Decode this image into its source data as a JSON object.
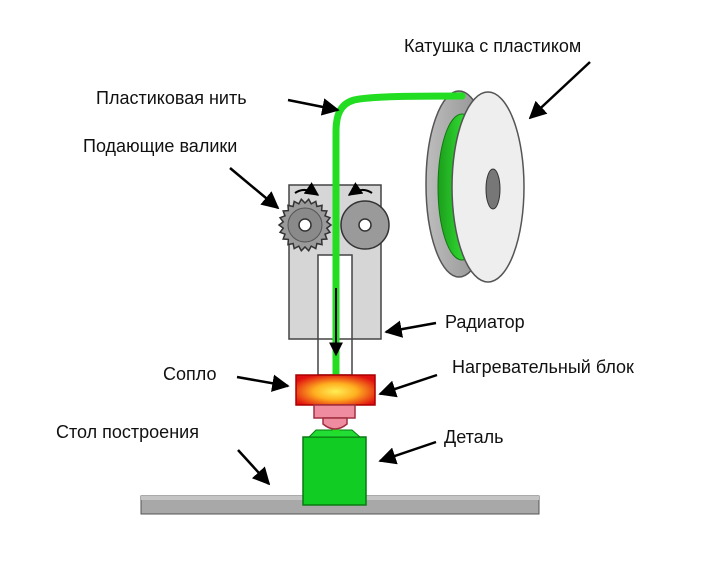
{
  "labels": {
    "spool": "Катушка с пластиком",
    "filament": "Пластиковая нить",
    "feed_rollers": "Подающие валики",
    "radiator": "Радиатор",
    "nozzle": "Сопло",
    "heater_block": "Нагревательный блок",
    "build_table": "Стол построения",
    "part": "Деталь"
  },
  "colors": {
    "filament": "#22dd22",
    "part": "#11cc22",
    "radiator": "#d6d6d6",
    "roller": "#9a9a9a",
    "spool": "#e2e2e2",
    "heater_hot": "#ffdd33",
    "heater_edge": "#e01010",
    "nozzle": "#f08ca0",
    "table": "#a8a8a8",
    "arrow": "#000000"
  }
}
